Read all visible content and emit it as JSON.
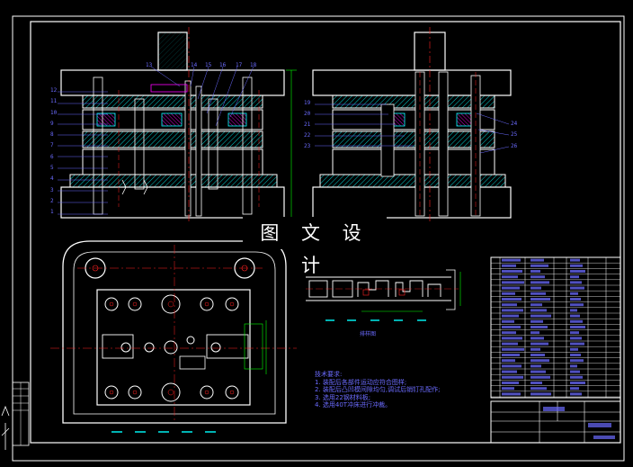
{
  "watermark": "图 文 设 计",
  "section_caption": "排样图",
  "tech_notes": {
    "title": "技术要求:",
    "items": [
      "1. 装配后各部件运动应符合图样;",
      "2. 装配后凸凹模间隙均匀,调试后销钉孔配作;",
      "3. 选用22钢材料板;",
      "4. 选用40T冲床进行冲裁。"
    ]
  },
  "callouts_left": [
    "12",
    "11",
    "10",
    "9",
    "8",
    "7",
    "6",
    "5",
    "4",
    "3",
    "2",
    "1"
  ],
  "callouts_top": [
    "13",
    "14",
    "15",
    "16",
    "17",
    "18"
  ],
  "callouts_mid": [
    "19",
    "20",
    "21",
    "22",
    "23"
  ],
  "callouts_right": [
    "24",
    "25",
    "26"
  ],
  "colors": {
    "outline": "#ffffff",
    "hatch": "#00ffff",
    "center": "#ff2020",
    "dim": "#00ff00",
    "text": "#6b6bff",
    "accent": "#ff00ff"
  }
}
